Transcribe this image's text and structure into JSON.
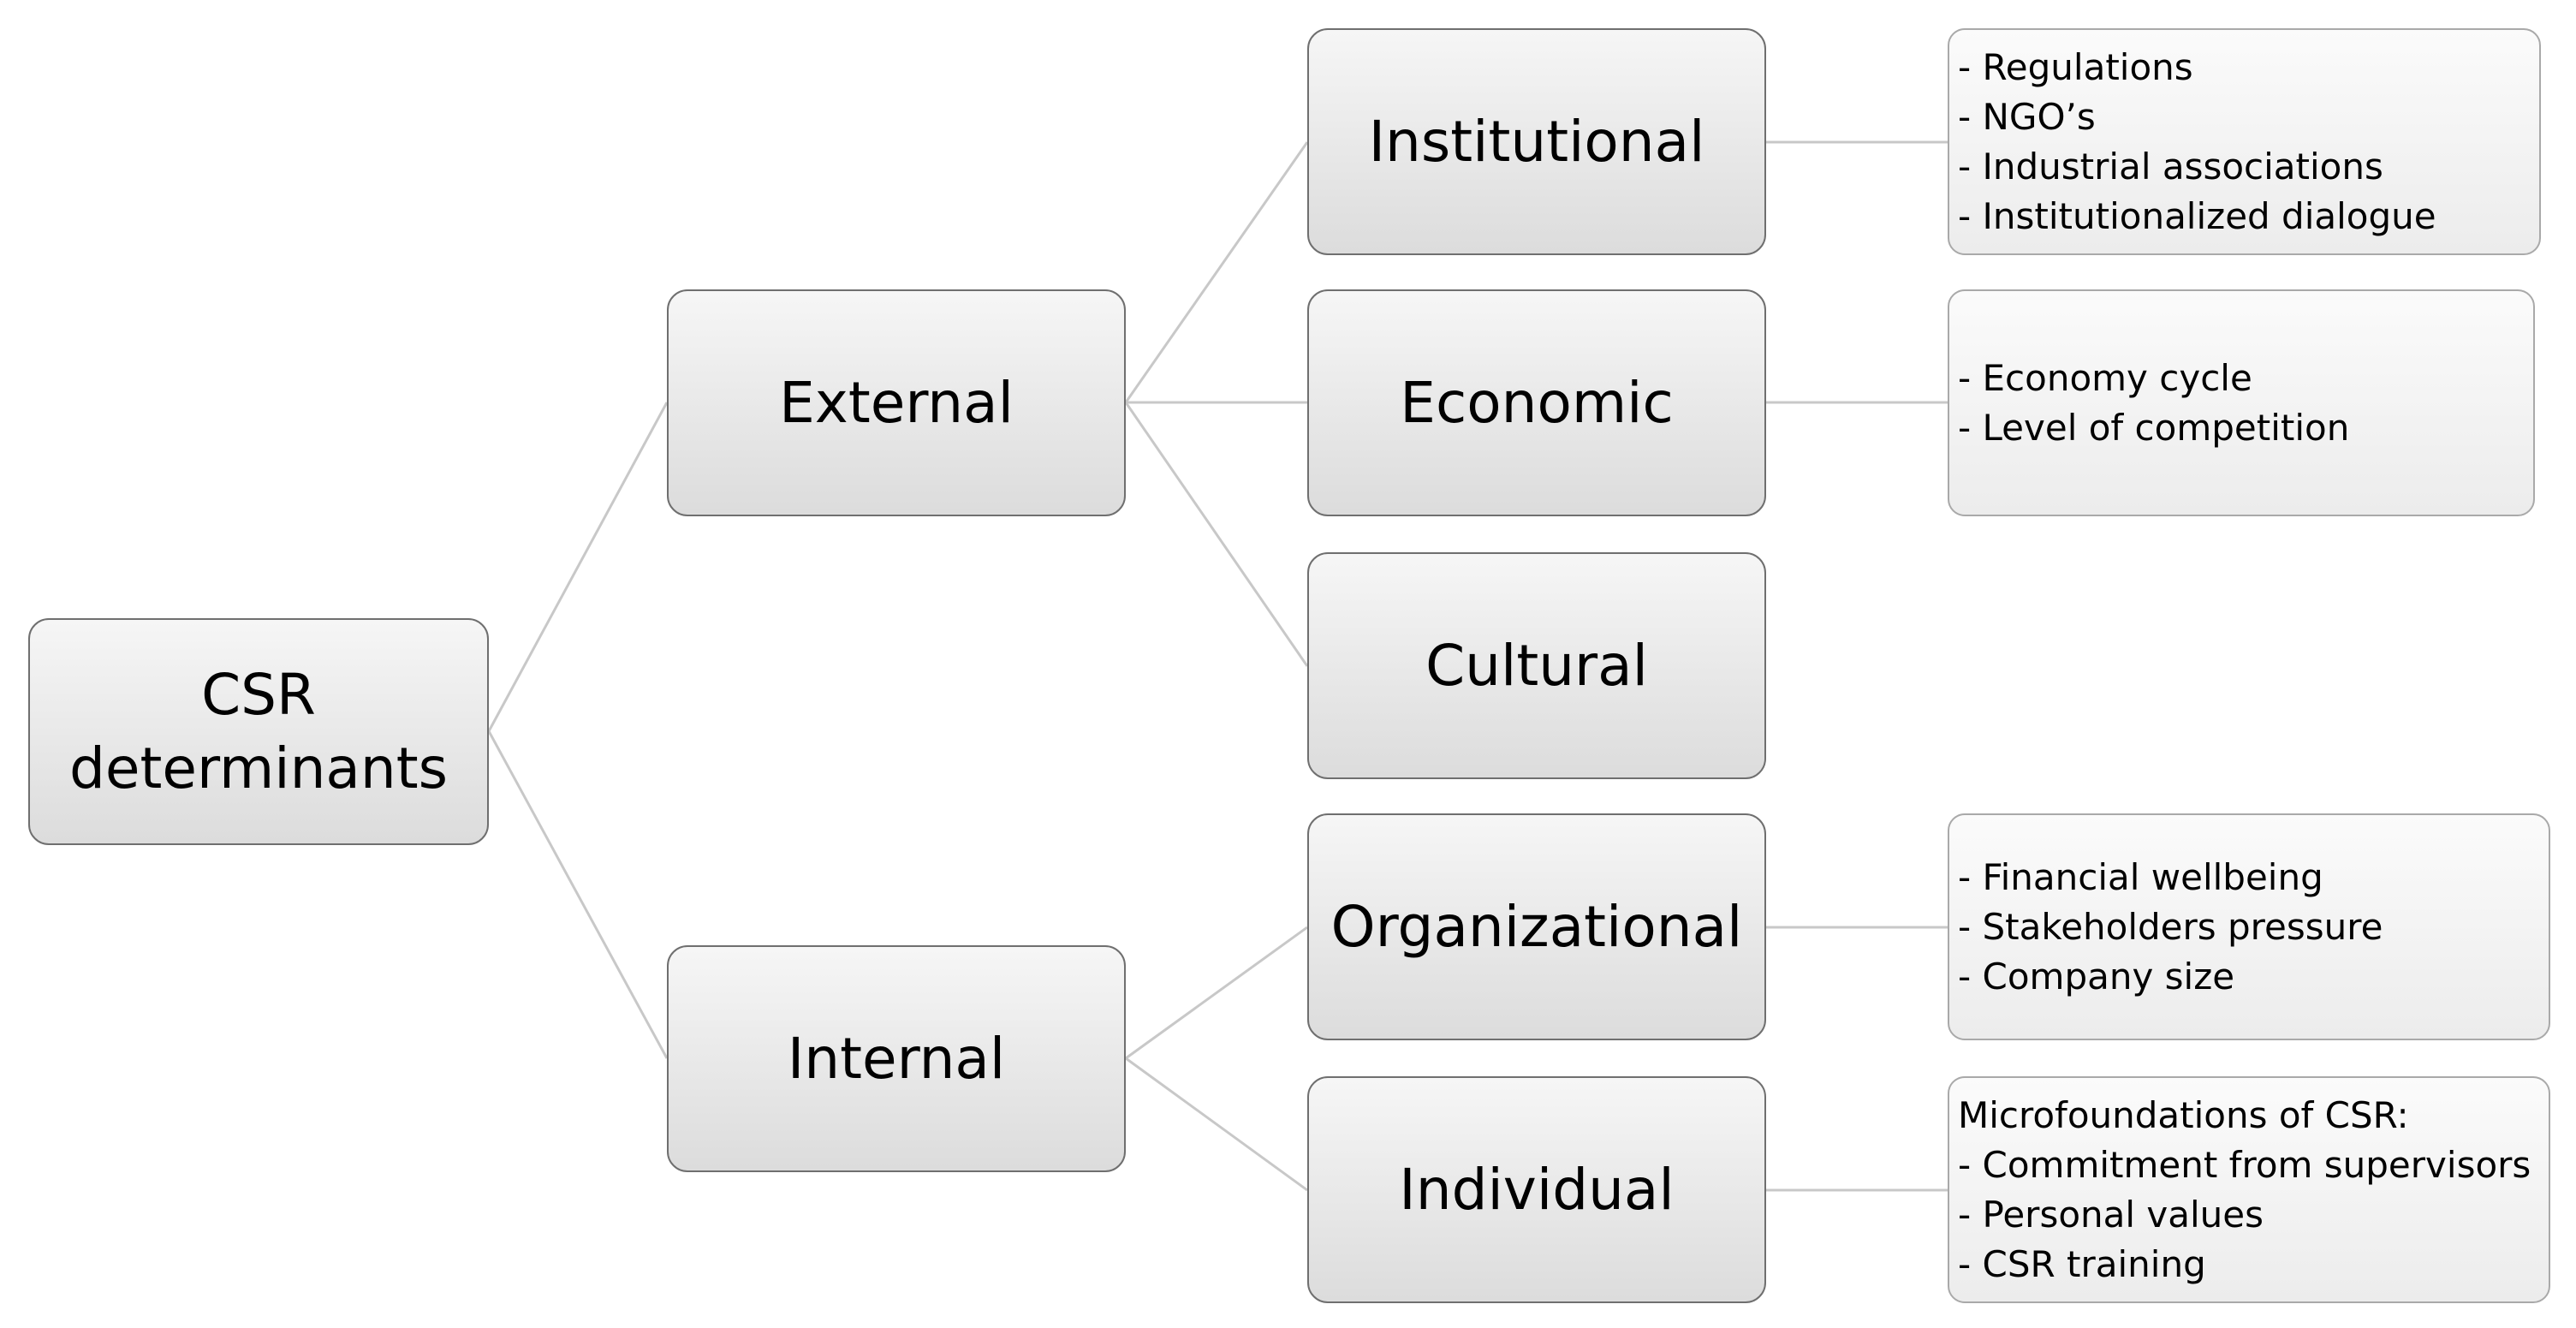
{
  "diagram": {
    "root": {
      "label": "CSR determinants"
    },
    "branches": [
      {
        "label": "External",
        "children": [
          {
            "label": "Institutional",
            "details": [
              "- Regulations",
              "- NGO’s",
              "- Industrial associations",
              "- Institutionalized dialogue"
            ]
          },
          {
            "label": "Economic",
            "details": [
              "- Economy cycle",
              "- Level of competition"
            ]
          },
          {
            "label": "Cultural",
            "details": []
          }
        ]
      },
      {
        "label": "Internal",
        "children": [
          {
            "label": "Organizational",
            "details": [
              "- Financial wellbeing",
              "- Stakeholders pressure",
              "- Company size"
            ]
          },
          {
            "label": "Individual",
            "details": [
              "Microfoundations of CSR:",
              "- Commitment from supervisors",
              "- Personal values",
              "- CSR training"
            ]
          }
        ]
      }
    ],
    "colors": {
      "node_border": "#6f6f6f",
      "node_fill_top": "#f6f6f6",
      "node_fill_bottom": "#dcdcdc",
      "detail_border": "#a9a9a9",
      "connector": "#c8c8c8"
    }
  }
}
